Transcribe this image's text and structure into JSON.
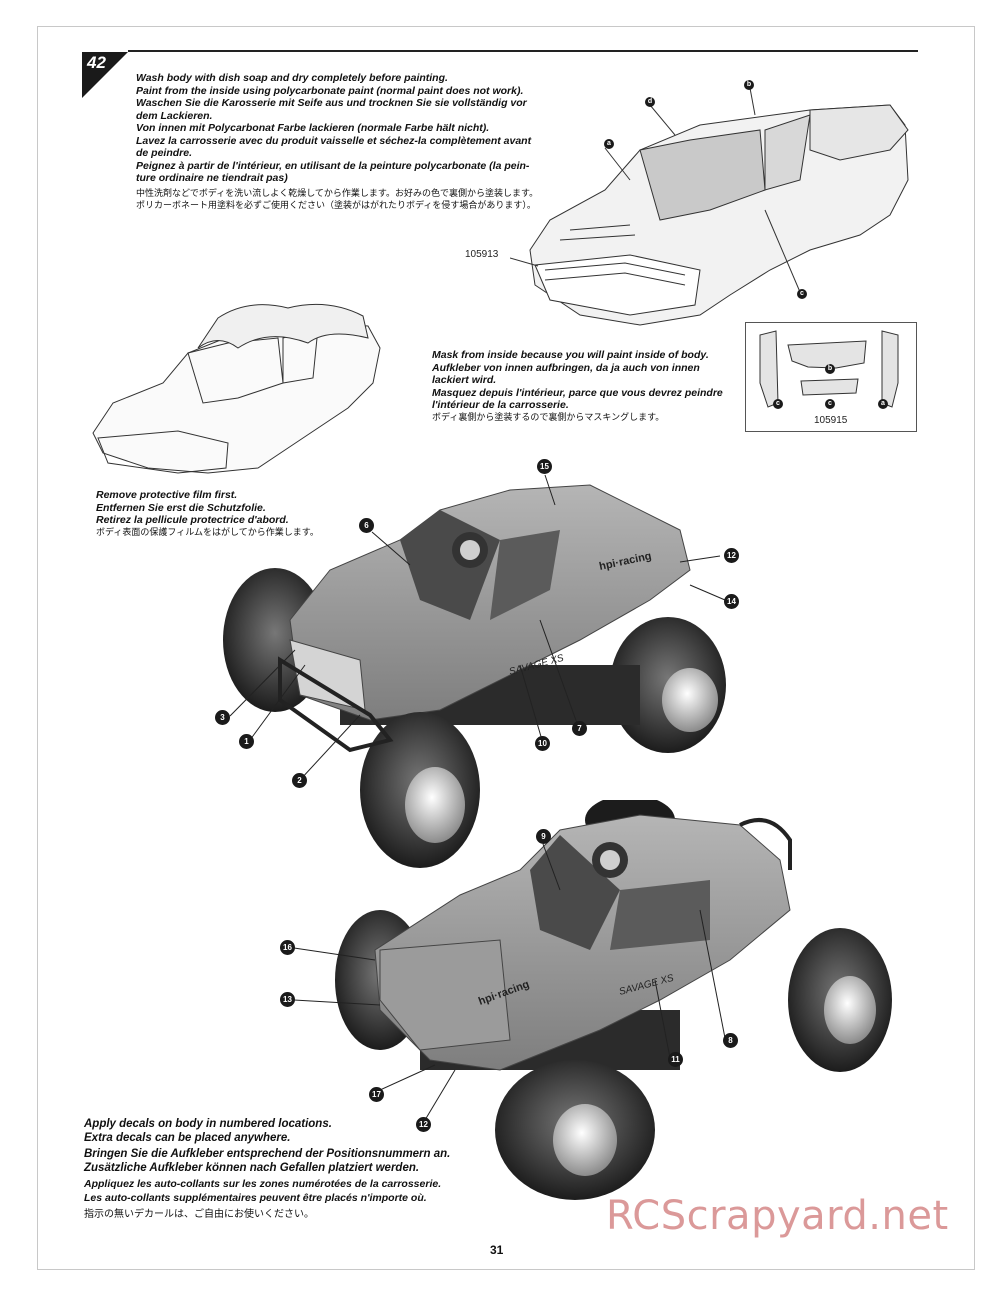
{
  "step": {
    "number": "42"
  },
  "wash_instructions": [
    "Wash body with dish soap and dry completely before painting.",
    "Paint from the inside using polycarbonate paint (normal paint does not work).",
    "Waschen Sie die Karosserie mit Seife aus und trocknen Sie sie vollständig vor",
    "dem Lackieren.",
    "Von innen mit Polycarbonat Farbe lackieren (normale Farbe hält nicht).",
    "Lavez la carrosserie avec du produit vaisselle et séchez-la complètement avant",
    "de peindre.",
    "Peignez à partir de l'intérieur, en utilisant de la peinture polycarbonate (la pein-",
    "ture ordinaire ne tiendrait pas)"
  ],
  "wash_instructions_jp": [
    "中性洗剤などでボディを洗い流しよく乾燥してから作業します。お好みの色で裏側から塗装します。",
    "ポリカーボネート用塗料を必ずご使用ください（塗装がはがれたりボディを侵す場合があります）。"
  ],
  "mask_instructions": [
    "Mask from inside because you will paint inside of body.",
    "Aufkleber von innen aufbringen, da ja auch von innen",
    "lackiert wird.",
    "Masquez depuis l'intérieur, parce que vous devrez peindre",
    "l'intérieur de la carrosserie."
  ],
  "mask_instructions_jp": "ボディ裏側から塗装するので裏側からマスキングします。",
  "film_instructions": [
    "Remove protective film first.",
    "Entfernen Sie erst die Schutzfolie.",
    "Retirez la pellicule protectrice d'abord."
  ],
  "film_instructions_jp": "ボディ表面の保護フィルムをはがしてから作業します。",
  "decal_instructions_en": [
    "Apply decals on body in numbered locations.",
    "Extra decals can be placed anywhere."
  ],
  "decal_instructions_de": [
    "Bringen Sie die Aufkleber entsprechend der Positionsnummern an.",
    "Zusätzliche Aufkleber können nach Gefallen platziert werden."
  ],
  "decal_instructions_fr": [
    "Appliquez les auto-collants sur les zones numérotées de la carrosserie.",
    "Les auto-collants supplémentaires peuvent être placés n'importe où."
  ],
  "decal_instructions_jp": "指示の無いデカールは、ご自由にお使いください。",
  "parts": {
    "body": "105913",
    "mask": "105915"
  },
  "mask_letters": {
    "a": "a",
    "b": "b",
    "c": "c",
    "d": "d"
  },
  "truck_front_callouts": [
    "15",
    "6",
    "12",
    "14",
    "3",
    "1",
    "2",
    "10",
    "7"
  ],
  "truck_rear_callouts": [
    "9",
    "16",
    "13",
    "8",
    "11",
    "17",
    "12"
  ],
  "decal_texts": {
    "hpi": "hpi·racing",
    "savage": "SAVAGE XS"
  },
  "page_number": "31",
  "watermark": "RCScrapyard.net"
}
